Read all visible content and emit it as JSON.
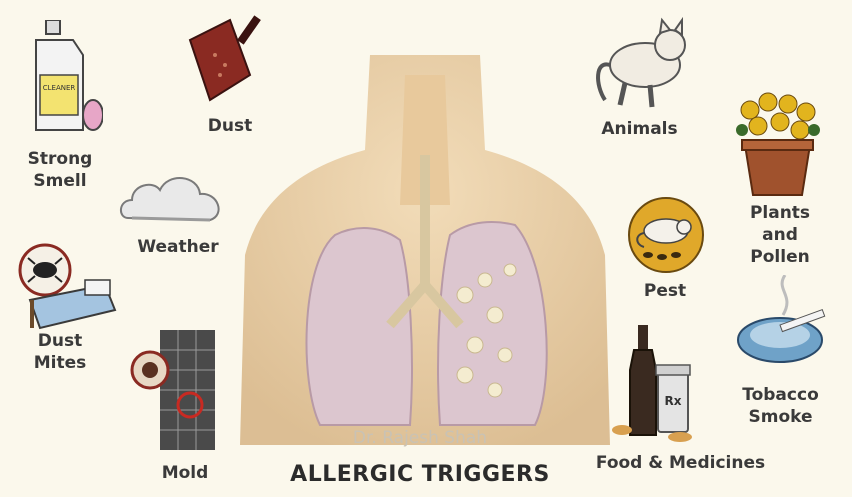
{
  "title": "ALLERGIC TRIGGERS",
  "watermark": "Dr. Rajesh Shah",
  "triggers": [
    {
      "label": "Strong\nSmell",
      "icon": "cleaner-bottle-icon"
    },
    {
      "label": "Dust",
      "icon": "dustpan-icon"
    },
    {
      "label": "Weather",
      "icon": "cloud-icon"
    },
    {
      "label": "Dust\nMites",
      "icon": "dust-mite-bed-icon"
    },
    {
      "label": "Mold",
      "icon": "mold-icon"
    },
    {
      "label": "Animals",
      "icon": "cat-icon"
    },
    {
      "label": "Plants\nand\nPollen",
      "icon": "flower-pot-icon"
    },
    {
      "label": "Pest",
      "icon": "rat-icon"
    },
    {
      "label": "Tobacco\nSmoke",
      "icon": "ashtray-icon"
    },
    {
      "label": "Food & Medicines",
      "icon": "food-medicine-icon"
    }
  ]
}
